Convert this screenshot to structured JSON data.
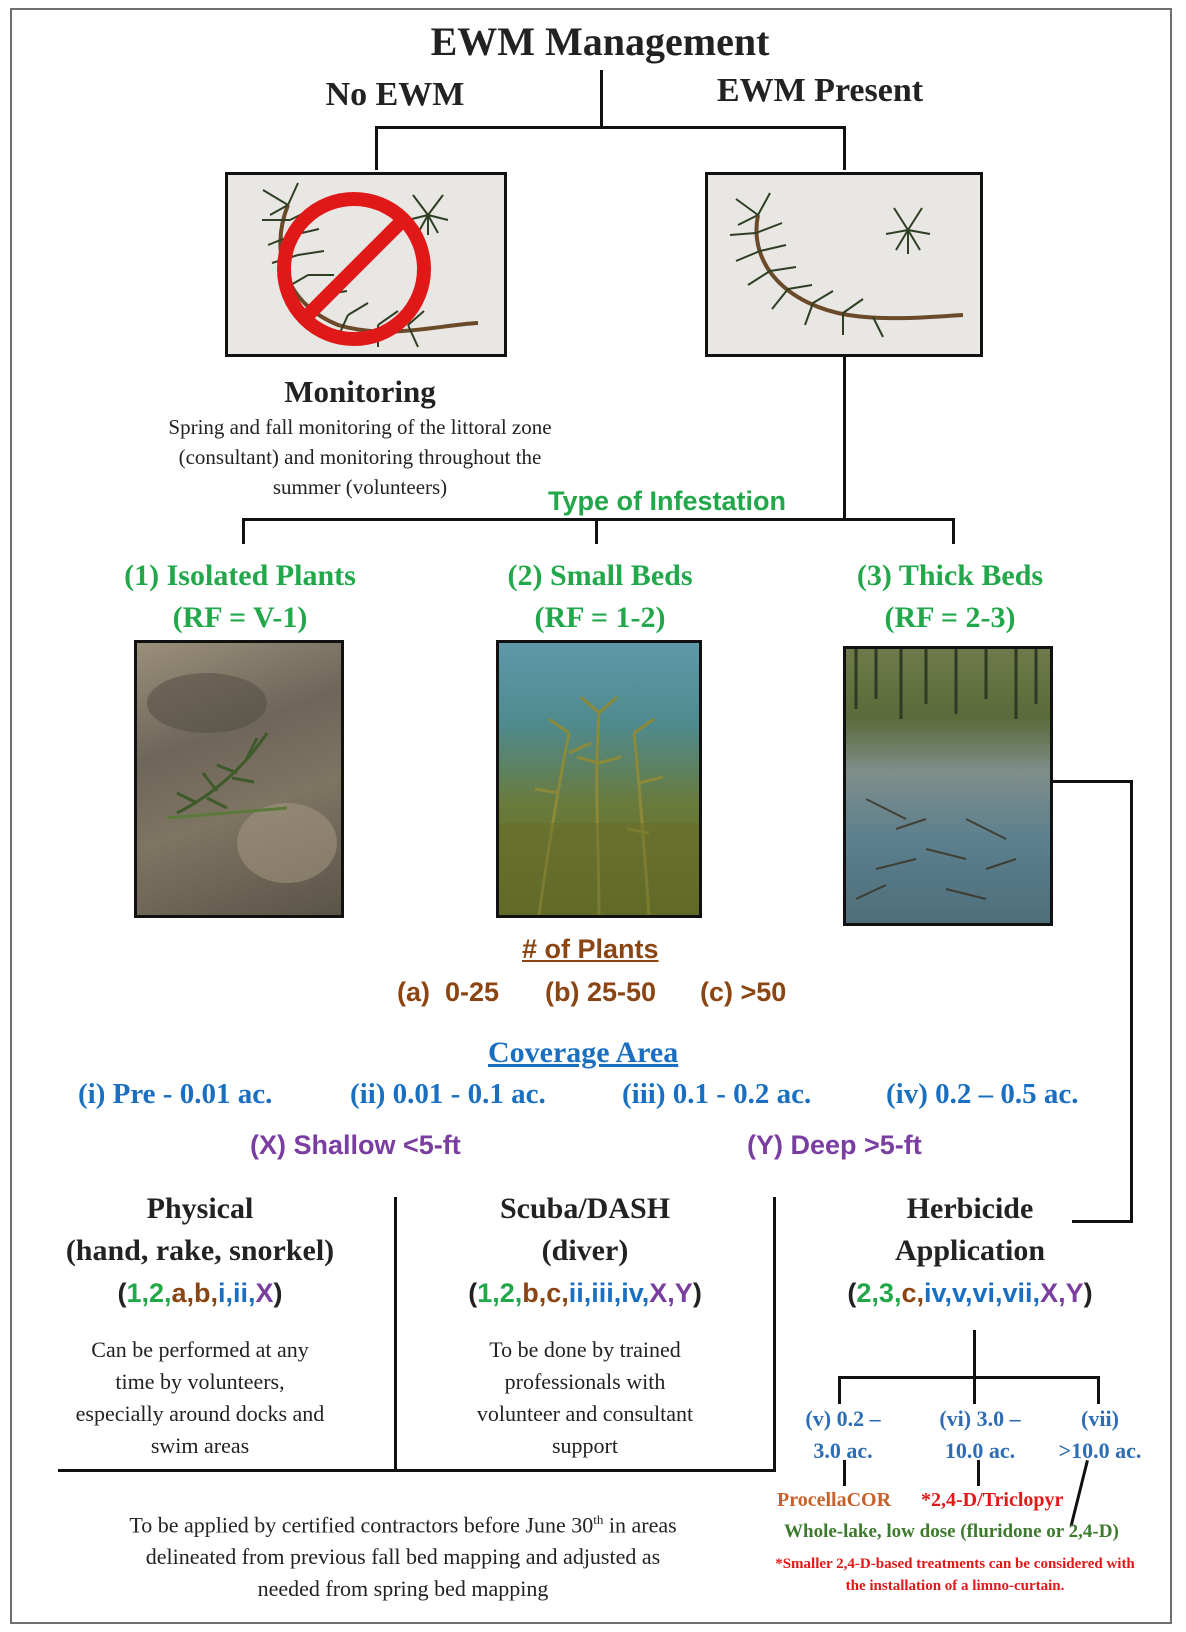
{
  "title": "EWM Management",
  "branches": {
    "no": "No EWM",
    "present": "EWM Present"
  },
  "monitoring": {
    "heading": "Monitoring",
    "lines": [
      "Spring and fall monitoring of the littoral zone",
      "(consultant) and monitoring throughout the",
      "summer (volunteers)"
    ]
  },
  "infestation": {
    "label": "Type of Infestation",
    "types": [
      {
        "name": "(1) Isolated Plants",
        "rf": "(RF = V-1)"
      },
      {
        "name": "(2) Small Beds",
        "rf": "(RF = 1-2)"
      },
      {
        "name": "(3) Thick Beds",
        "rf": "(RF = 2-3)"
      }
    ]
  },
  "plants": {
    "heading": "# of Plants",
    "a": "(a)  0-25",
    "b": "(b) 25-50",
    "c": "(c) >50"
  },
  "coverage": {
    "heading": "Coverage Area",
    "i": "(i) Pre - 0.01 ac.",
    "ii": "(ii) 0.01 - 0.1 ac.",
    "iii": "(iii) 0.1 - 0.2 ac.",
    "iv": "(iv) 0.2 – 0.5 ac."
  },
  "depth": {
    "x": "(X) Shallow <5-ft",
    "y": "(Y) Deep >5-ft"
  },
  "methods": {
    "physical": {
      "title1": "Physical",
      "title2": "(hand, rake, snorkel)",
      "code": {
        "nums": "1,2,",
        "letters": "a,b,",
        "romans": "i,ii,",
        "depth": "X"
      },
      "lines": [
        "Can be performed at any",
        "time by volunteers,",
        "especially around docks and",
        "swim areas"
      ]
    },
    "scuba": {
      "title1": "Scuba/DASH",
      "title2": "(diver)",
      "code": {
        "nums": "1,2,",
        "letters": "b,c,",
        "romans": "ii,iii,iv,",
        "depth": "X,Y"
      },
      "lines": [
        "To be done by trained",
        "professionals with",
        "volunteer and consultant",
        "support"
      ]
    },
    "herbicide": {
      "title1": "Herbicide",
      "title2": "Application",
      "code": {
        "nums": "2,3,",
        "letters": "c,",
        "romans": "iv,v,vi,vii,",
        "depth": "X,Y"
      }
    }
  },
  "herbicide_sizes": {
    "v1": "(v)  0.2 –",
    "v2": "3.0 ac.",
    "vi1": "(vi)  3.0 –",
    "vi2": "10.0 ac.",
    "vii1": "(vii)",
    "vii2": ">10.0 ac."
  },
  "treatments": {
    "procella": "ProcellaCOR",
    "triclopyr": "*2,4-D/Triclopyr",
    "wholelake": "Whole-lake, low dose (fluridone or 2,4-D)",
    "note1": "*Smaller 2,4-D-based treatments can be considered with",
    "note2": "the installation of a limno-curtain."
  },
  "footer": {
    "line1a": "To be applied by certified contractors before June 30",
    "sup": "th",
    "line1b": " in areas",
    "line2": "delineated from previous fall bed mapping and adjusted as",
    "line3": "needed from spring bed mapping"
  },
  "icons": {
    "prohibited": "prohibition-sign-icon",
    "plant": "milfoil-sprig-icon"
  },
  "colors": {
    "green": "#22a84a",
    "brown": "#8b4513",
    "blue": "#1a6fc1",
    "purple": "#7a3ea0",
    "red": "#e01818"
  }
}
